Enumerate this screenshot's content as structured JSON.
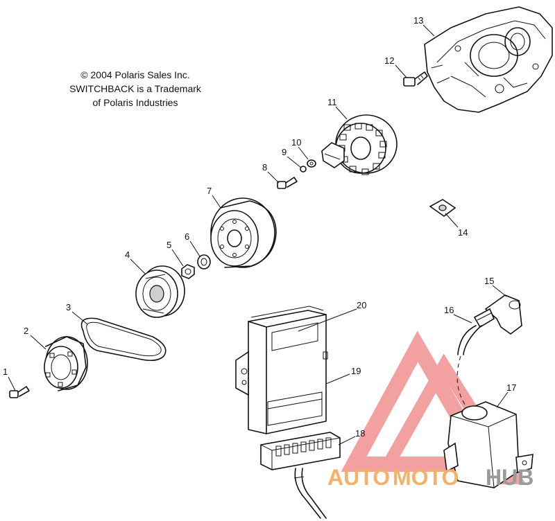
{
  "notice": {
    "line1": "© 2004 Polaris Sales Inc.",
    "line2": "SWITCHBACK is a Trademark",
    "line3": "of Polaris Industries"
  },
  "callouts": [
    "1",
    "2",
    "3",
    "4",
    "5",
    "6",
    "7",
    "8",
    "9",
    "10",
    "11",
    "12",
    "13",
    "14",
    "15",
    "16",
    "17",
    "18",
    "19",
    "20"
  ],
  "watermark": {
    "part1": "AUTO",
    "part2": "MOTO",
    "part3": "HUB",
    "color_red": "#e83a3a",
    "color_orange": "#f5b06a",
    "color_gray": "#9a9a9a"
  }
}
